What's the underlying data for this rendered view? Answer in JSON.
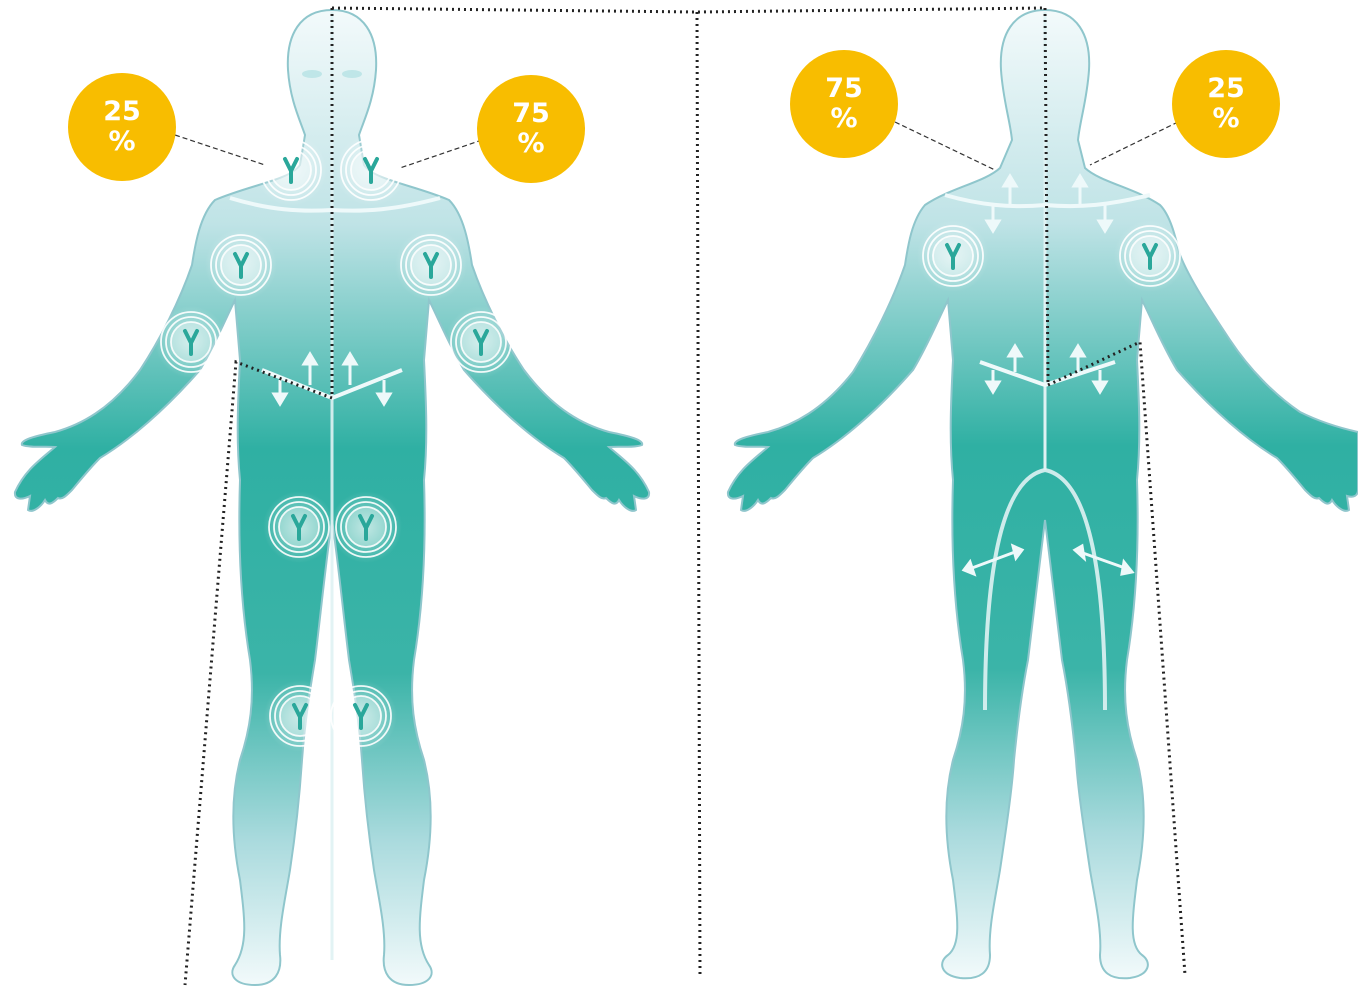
{
  "colors": {
    "body_light": "#e6f4f6",
    "body_mid": "#8fd0d2",
    "body_dark": "#1fa89b",
    "outline": "#7fbfc6",
    "badge": "#f8bd00",
    "badge_text": "#ffffff",
    "guide_line": "#222222",
    "receptor": "#2aa79a"
  },
  "figures": [
    {
      "view": "front",
      "badges": [
        {
          "value": "25",
          "unit": "%"
        },
        {
          "value": "75",
          "unit": "%"
        }
      ],
      "markers": [
        "receptor-neck-left",
        "receptor-neck-right",
        "receptor-shoulder-left",
        "receptor-shoulder-right",
        "receptor-elbow-left",
        "receptor-elbow-right",
        "receptor-thigh-left",
        "receptor-thigh-right",
        "receptor-knee-left",
        "receptor-knee-right"
      ]
    },
    {
      "view": "back",
      "badges": [
        {
          "value": "75",
          "unit": "%"
        },
        {
          "value": "25",
          "unit": "%"
        }
      ],
      "markers": [
        "receptor-shoulder-left",
        "receptor-shoulder-right"
      ]
    }
  ]
}
